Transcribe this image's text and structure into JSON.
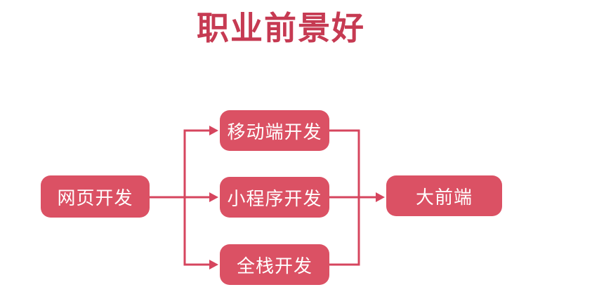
{
  "title": "职业前景好",
  "colors": {
    "title_text": "#c63a52",
    "box_fill": "#db5164",
    "box_text": "#ffffff",
    "line": "#d6455e"
  },
  "diagram": {
    "nodes": [
      {
        "id": "web-dev",
        "label": "网页开发"
      },
      {
        "id": "mobile-dev",
        "label": "移动端开发"
      },
      {
        "id": "miniprogram-dev",
        "label": "小程序开发"
      },
      {
        "id": "fullstack-dev",
        "label": "全栈开发"
      },
      {
        "id": "big-frontend",
        "label": "大前端"
      }
    ],
    "edges": [
      {
        "from": "网页开发",
        "to": "移动端开发"
      },
      {
        "from": "网页开发",
        "to": "小程序开发"
      },
      {
        "from": "网页开发",
        "to": "全栈开发"
      },
      {
        "from": "移动端开发",
        "to": "大前端"
      },
      {
        "from": "小程序开发",
        "to": "大前端"
      },
      {
        "from": "全栈开发",
        "to": "大前端"
      }
    ]
  }
}
